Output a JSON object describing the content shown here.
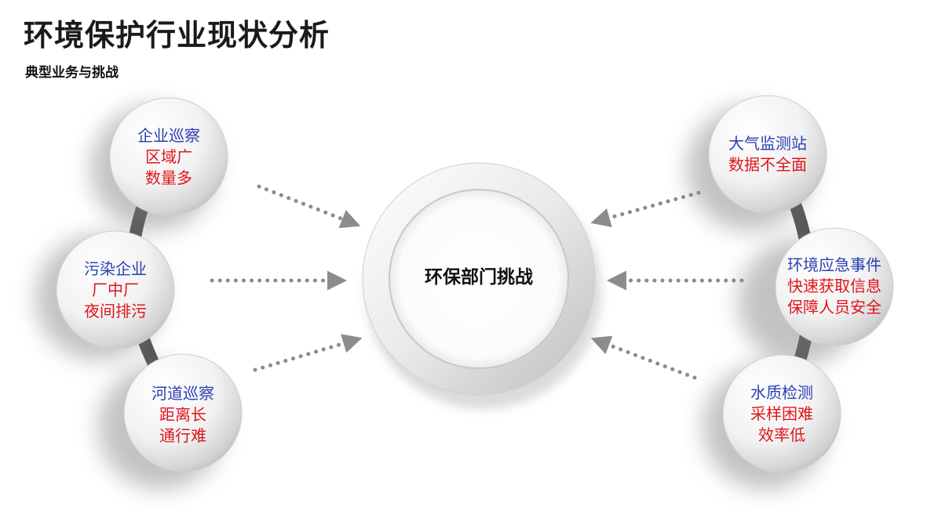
{
  "header": {
    "title": "环境保护行业现状分析",
    "subtitle": "典型业务与挑战"
  },
  "center": {
    "label": "环保部门挑战"
  },
  "left_nodes": [
    {
      "title": "企业巡察",
      "lines": [
        "区域广",
        "数量多"
      ]
    },
    {
      "title": "污染企业",
      "lines": [
        "厂中厂",
        "夜间排污"
      ]
    },
    {
      "title": "河道巡察",
      "lines": [
        "距离长",
        "通行难"
      ]
    }
  ],
  "right_nodes": [
    {
      "title": "大气监测站",
      "lines": [
        "数据不全面"
      ]
    },
    {
      "title": "环境应急事件",
      "lines": [
        "快速获取信息",
        "保障人员安全"
      ]
    },
    {
      "title": "水质检测",
      "lines": [
        "采样困难",
        "效率低"
      ]
    }
  ],
  "colors": {
    "title_text": "#2b3fb2",
    "detail_text": "#e0141b",
    "arrow": "#8c8c8c",
    "arc": "#555555"
  }
}
